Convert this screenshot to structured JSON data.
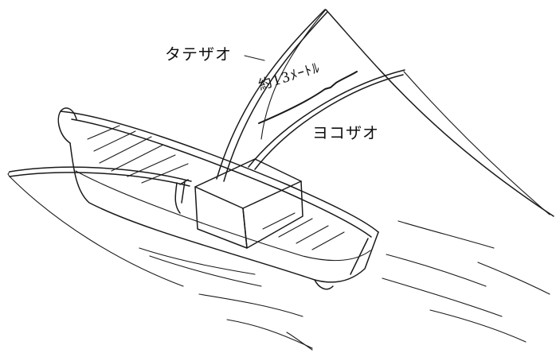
{
  "labels": {
    "tate_zao": "タテザオ",
    "yoko_zao": "ヨコザオ",
    "length": "約13ﾒｰﾄﾙ"
  },
  "colors": {
    "ink": "#1a1a1a",
    "background": "#ffffff"
  }
}
